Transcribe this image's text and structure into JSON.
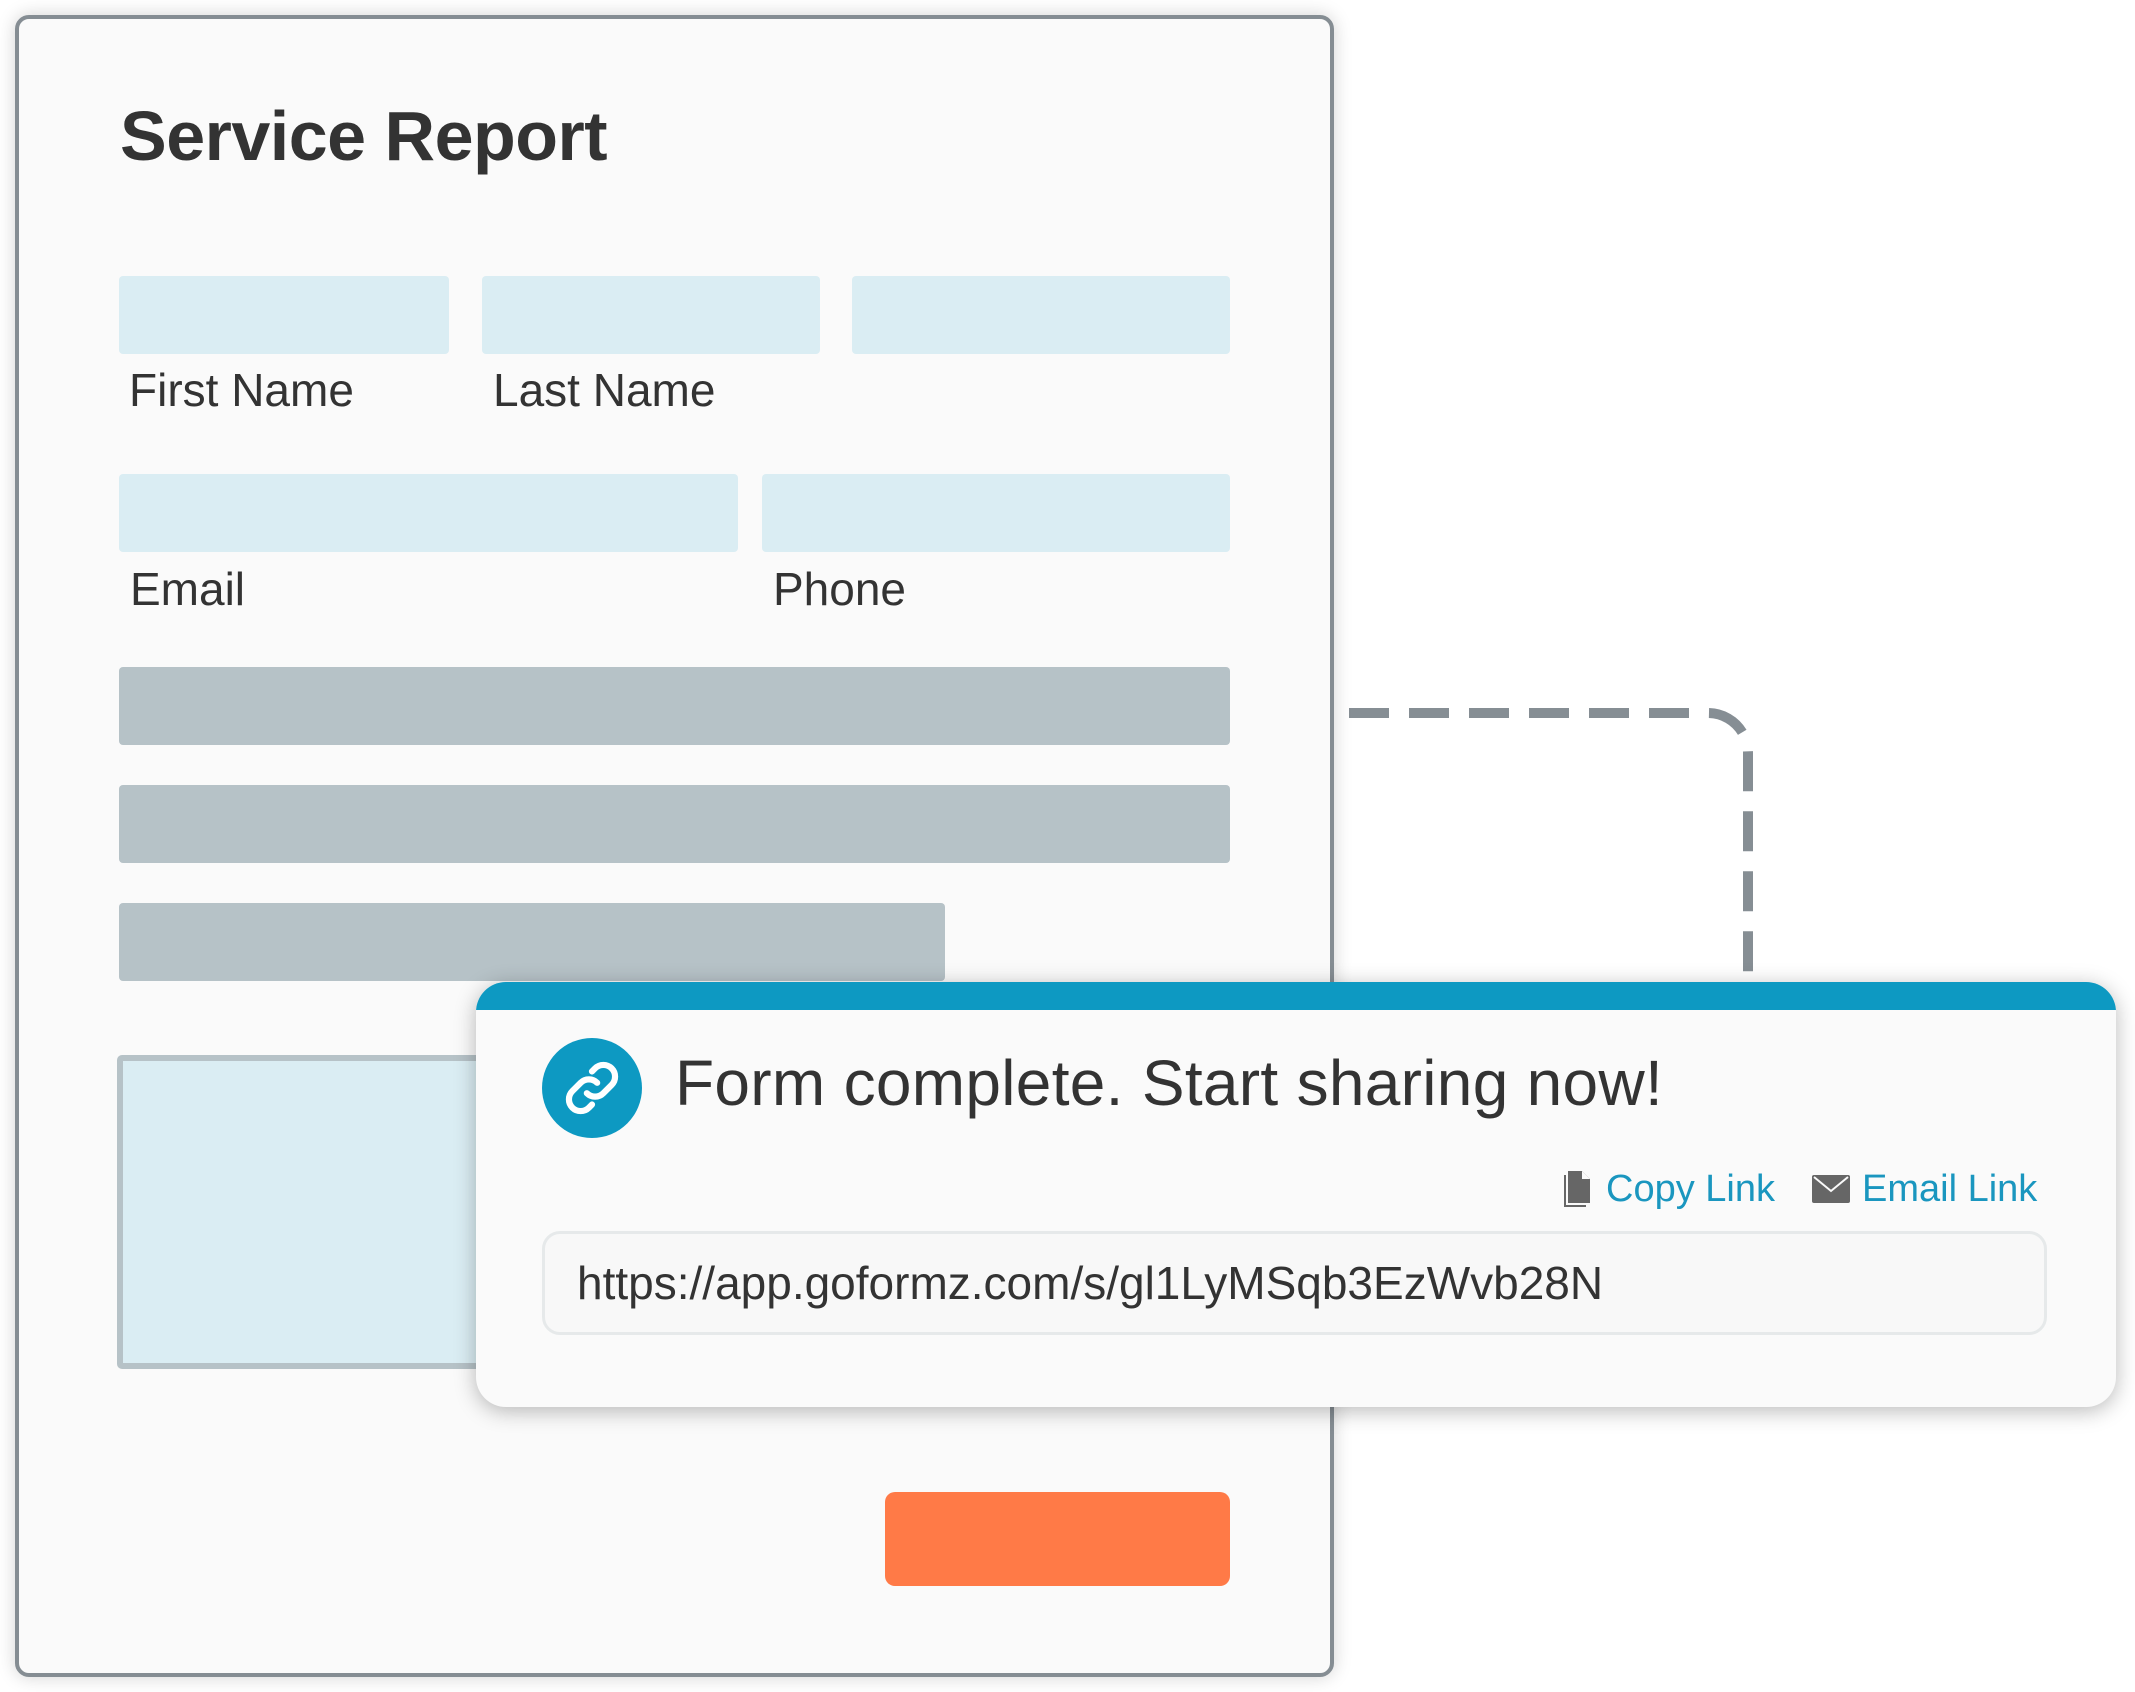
{
  "form": {
    "title": "Service Report",
    "fields": [
      {
        "label": "First Name"
      },
      {
        "label": "Last Name"
      },
      {
        "label": ""
      },
      {
        "label": "Email"
      },
      {
        "label": "Phone"
      }
    ],
    "colors": {
      "field_fill": "#daedf3",
      "bar_fill": "#b6c2c7",
      "submit": "#ff7a47",
      "border": "#858d93"
    }
  },
  "share_popup": {
    "title": "Form complete. Start sharing now!",
    "icon": "link-icon",
    "actions": [
      {
        "label": "Copy Link",
        "icon": "copy-document-icon"
      },
      {
        "label": "Email Link",
        "icon": "envelope-icon"
      }
    ],
    "link_value": "https://app.goformz.com/s/gl1LyMSqb3EzWvb28N",
    "colors": {
      "accent": "#0d99c2",
      "link_text": "#1a96bf",
      "icon_gray": "#666666"
    }
  }
}
